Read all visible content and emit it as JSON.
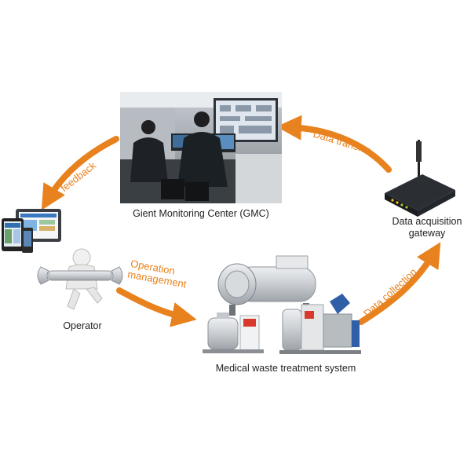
{
  "nodes": {
    "gmc": {
      "label": "Gient Monitoring Center (GMC)",
      "icon": "monitoring-room-photo"
    },
    "gateway": {
      "label_line1": "Data acquisition",
      "label_line2": "gateway",
      "icon": "router-device"
    },
    "operator": {
      "label": "Operator",
      "icon": "person-with-wrench"
    },
    "devices": {
      "icon": "tablet-and-phone-dashboard"
    },
    "treatment": {
      "label": "Medical waste treatment system",
      "icon": "autoclave-machines"
    }
  },
  "arrows": {
    "data_transfer": "Data transfer",
    "feedback": "feedback",
    "operation_line1": "Operation",
    "operation_line2": "management",
    "data_collection": "Data collection"
  },
  "colors": {
    "arrow": "#e8821e",
    "text": "#222222",
    "room_screen": "#dfe6ee",
    "gateway_light": "#f2c40a"
  }
}
